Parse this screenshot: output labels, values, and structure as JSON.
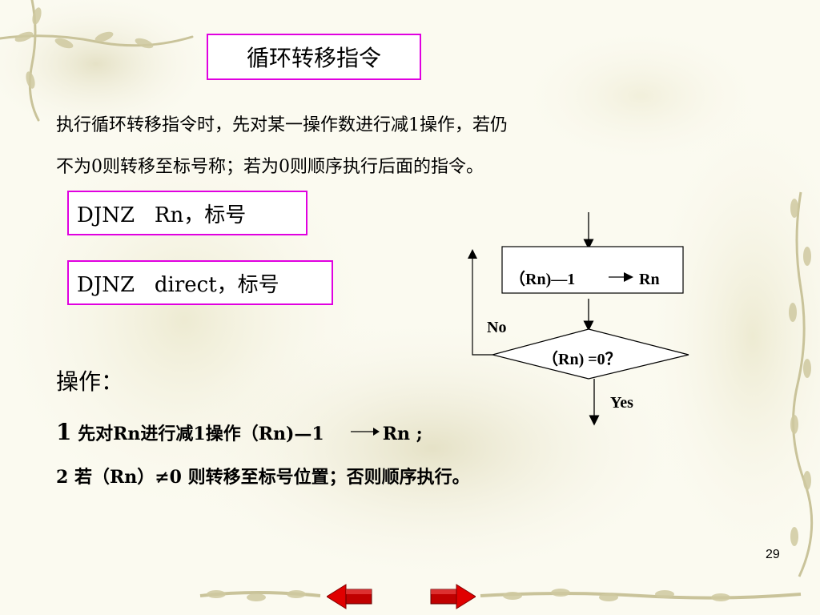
{
  "slide": {
    "title": "循环转移指令",
    "paragraph": {
      "line1": "执行循环转移指令时，先对某一操作数进行减1操作，若仍",
      "line2": "不为0则转移至标号称；若为0则顺序执行后面的指令。"
    },
    "syntax": {
      "form1": "DJNZ   Rn，标号",
      "form2": "DJNZ   direct，标号"
    },
    "flowchart": {
      "process_label": "（Rn)—1",
      "process_target": "Rn",
      "decision_label": "（Rn) =0？",
      "no_label": "No",
      "yes_label": "Yes"
    },
    "operation": {
      "heading": "操作：",
      "step1_num": "1",
      "step1_text": " 先对Rn进行减1操作（Rn)—1",
      "step1_target": "Rn ;",
      "step2_text": "2 若（Rn）≠0 则转移至标号位置；否则顺序执行。"
    },
    "page_number": "29"
  },
  "nav": {
    "prev_icon": "left-arrow-icon",
    "next_icon": "right-arrow-icon"
  },
  "colors": {
    "box_border": "#e000e0",
    "nav_red": "#d40000",
    "background": "#fbfaf0"
  }
}
